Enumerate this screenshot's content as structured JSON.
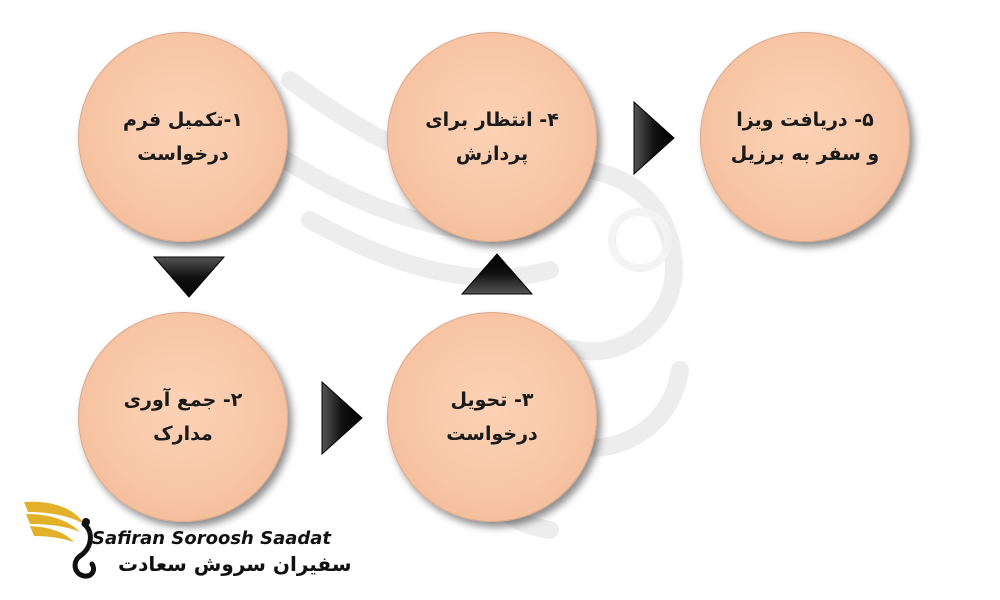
{
  "steps": [
    {
      "label": "۱-تکمیل فرم\nدرخواست"
    },
    {
      "label": "۲- جمع آوری\nمدارک"
    },
    {
      "label": "۳- تحویل\nدرخواست"
    },
    {
      "label": "۴- انتظار برای\nپردازش"
    },
    {
      "label": "۵- دریافت ویزا\nو سفر به برزیل"
    }
  ],
  "colors": {
    "circle_fill": "#f8c6a6",
    "arrow": "#111111"
  },
  "logo": {
    "english": "Safiran Soroosh Saadat",
    "persian": "سفیران سروش سعادت",
    "icon": "golden-wing-swan-logo"
  }
}
